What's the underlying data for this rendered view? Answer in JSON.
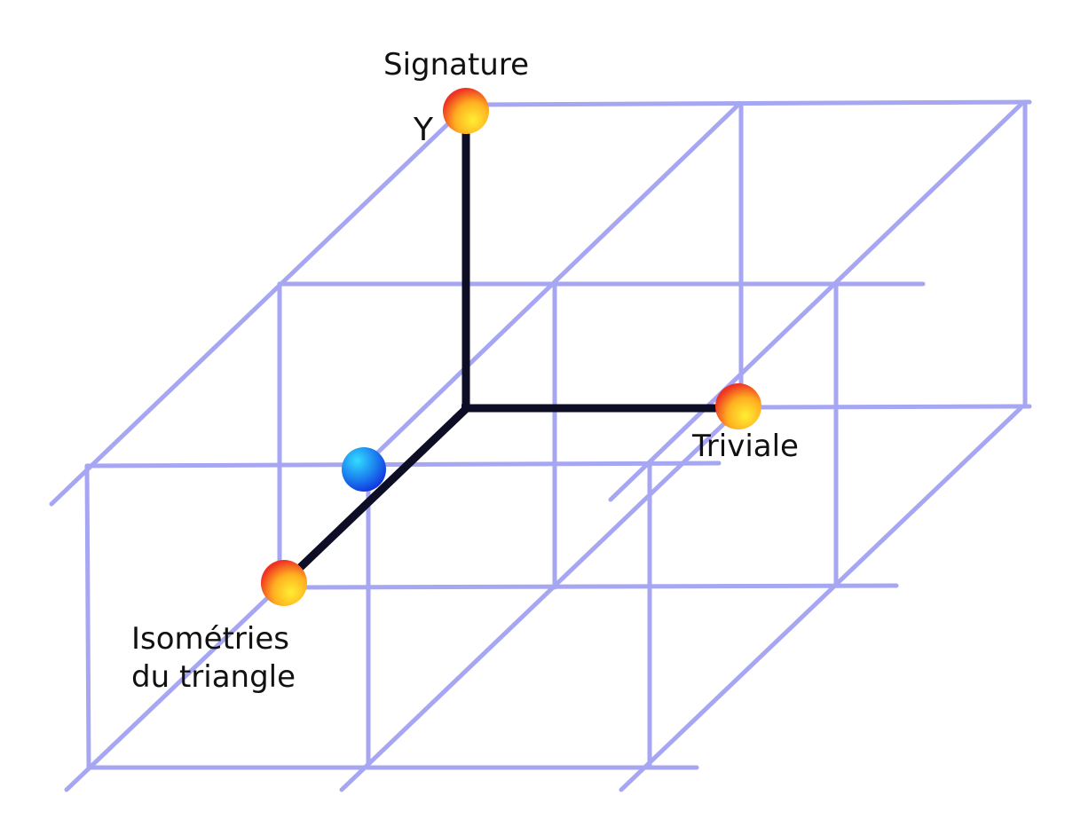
{
  "labels": {
    "signature": "Signature",
    "y_axis": "Y",
    "triviale": "Triviale",
    "isometries_line1": "Isométries",
    "isometries_line2": "du triangle"
  },
  "colors": {
    "grid": "#a6a6f2",
    "axis": "#0d0d26",
    "warm_node_inner": "#ffee33",
    "warm_node_outer": "#ee3322",
    "cool_node_inner": "#33ddff",
    "cool_node_outer": "#1133dd",
    "text": "#111111"
  }
}
